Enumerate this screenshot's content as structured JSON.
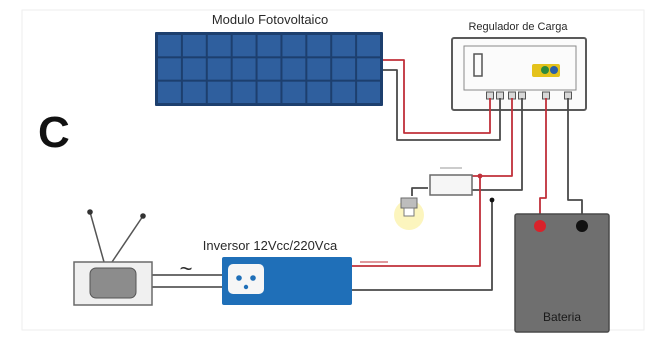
{
  "figure_letter": "C",
  "components": {
    "solar_panel": {
      "label": "Modulo Fotovoltaico"
    },
    "charge_controller": {
      "label": "Regulador de Carga"
    },
    "inverter": {
      "label": "Inversor 12Vcc/220Vca",
      "symbol": "~"
    },
    "battery": {
      "label": "Bateria"
    },
    "television": {
      "label": ""
    },
    "lamp": {
      "label": ""
    }
  },
  "colors": {
    "panel_cell": "#2f5f9e",
    "panel_frame": "#1d3f6e",
    "inverter_body": "#1f6fb8",
    "battery_body": "#6f6f6f",
    "wire_red": "#c0303a",
    "wire_dark": "#4a4a4a",
    "terminal_red": "#d9222a",
    "terminal_black": "#111111"
  }
}
